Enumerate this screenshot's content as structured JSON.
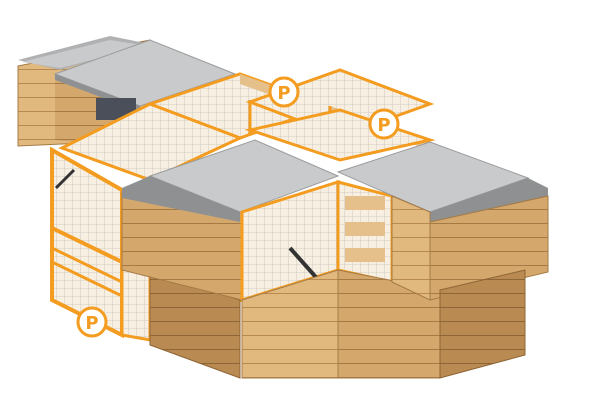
{
  "colors": {
    "roof_top": "#c9cacb",
    "roof_edge": "#8f9091",
    "wood_light": "#e6c08a",
    "wood_mid": "#d7aa6c",
    "wood_dark": "#b98a52",
    "wood_darkest": "#9c6f3c",
    "plank_line": "#a57a45",
    "mesh": "#ffffff",
    "frame_accent": "#f39c1f",
    "interior": "#4a4f5a"
  },
  "badges": [
    {
      "label": "P"
    },
    {
      "label": "P"
    },
    {
      "label": "P"
    }
  ]
}
